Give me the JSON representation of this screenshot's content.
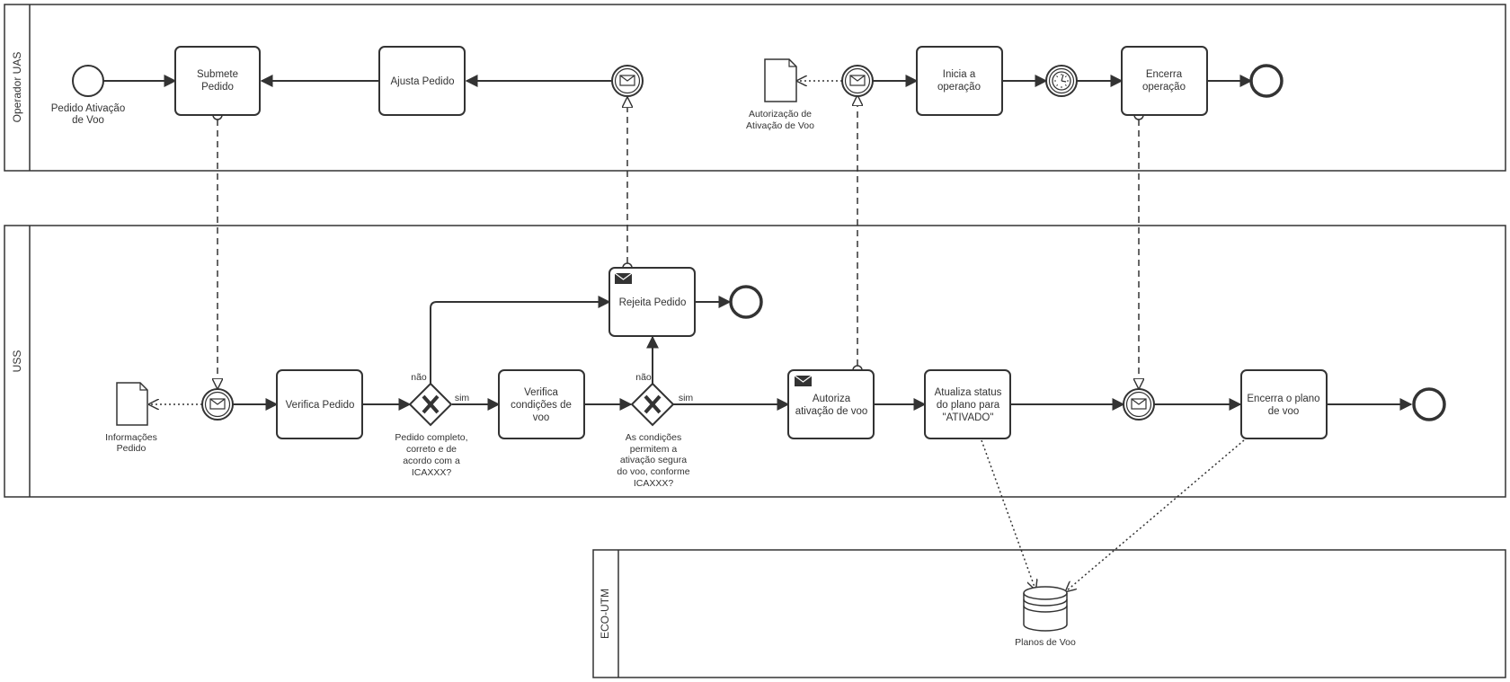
{
  "pools": {
    "operador": "Operador UAS",
    "uss": "USS",
    "eco": "ECO-UTM"
  },
  "operador": {
    "start_label_1": "Pedido Ativação",
    "start_label_2": "de Voo",
    "submete_1": "Submete",
    "submete_2": "Pedido",
    "ajusta": "Ajusta Pedido",
    "autorizacao_doc_1": "Autorização de",
    "autorizacao_doc_2": "Ativação de Voo",
    "inicia_1": "Inicia a",
    "inicia_2": "operação",
    "encerra_1": "Encerra",
    "encerra_2": "operação"
  },
  "uss": {
    "info_doc_1": "Informações",
    "info_doc_2": "Pedido",
    "verifica_pedido": "Verifica Pedido",
    "gateway1_no": "não",
    "gateway1_yes": "sim",
    "gateway1_q": [
      "Pedido completo,",
      "correto e de",
      "acordo com a",
      "ICAXXX?"
    ],
    "verifica_cond": [
      "Verifica",
      "condições de",
      "voo"
    ],
    "gateway2_no": "não",
    "gateway2_yes": "sim",
    "gateway2_q": [
      "As condições",
      "permitem a",
      "ativação segura",
      "do voo, conforme",
      "ICAXXX?"
    ],
    "rejeita": "Rejeita Pedido",
    "autoriza": [
      "Autoriza",
      "ativação de voo"
    ],
    "atualiza": [
      "Atualiza status",
      "do plano para",
      "\"ATIVADO\""
    ],
    "encerra_plano": [
      "Encerra o plano",
      "de voo"
    ]
  },
  "eco": {
    "datastore": "Planos de Voo"
  },
  "icons": [
    "message-icon",
    "timer-icon",
    "exclusive-gateway-icon",
    "data-object-icon",
    "data-store-icon"
  ],
  "colors": {
    "stroke": "#333333",
    "background": "#ffffff"
  }
}
